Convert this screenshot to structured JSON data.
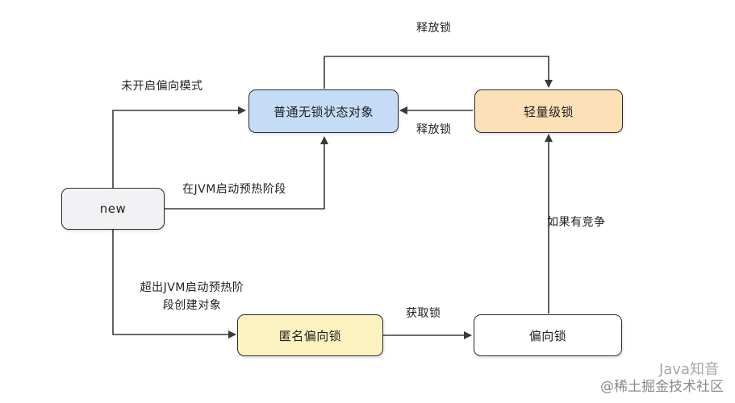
{
  "nodes": {
    "normal": {
      "label": "普通无锁状态对象",
      "color": "#c5dcf7"
    },
    "lightweight": {
      "label": "轻量级锁",
      "color": "#fbe0b8"
    },
    "new": {
      "label": "new",
      "color": "#f2f2f4"
    },
    "anonymous": {
      "label": "匿名偏向锁",
      "color": "#fbf2c0"
    },
    "biased": {
      "label": "偏向锁",
      "color": "#ffffff"
    }
  },
  "edges": {
    "new_to_normal_disabled": "未开启偏向模式",
    "new_to_normal_startup": "在JVM启动预热阶段",
    "new_to_anonymous_line1": "超出JVM启动预热阶",
    "new_to_anonymous_line2": "段创建对象",
    "anonymous_to_biased": "获取锁",
    "biased_to_lightweight": "如果有竞争",
    "lightweight_to_normal": "释放锁",
    "normal_to_lightweight_top": "释放锁"
  },
  "watermark": {
    "brand": "Java知音",
    "credit": "@稀土掘金技术社区"
  }
}
